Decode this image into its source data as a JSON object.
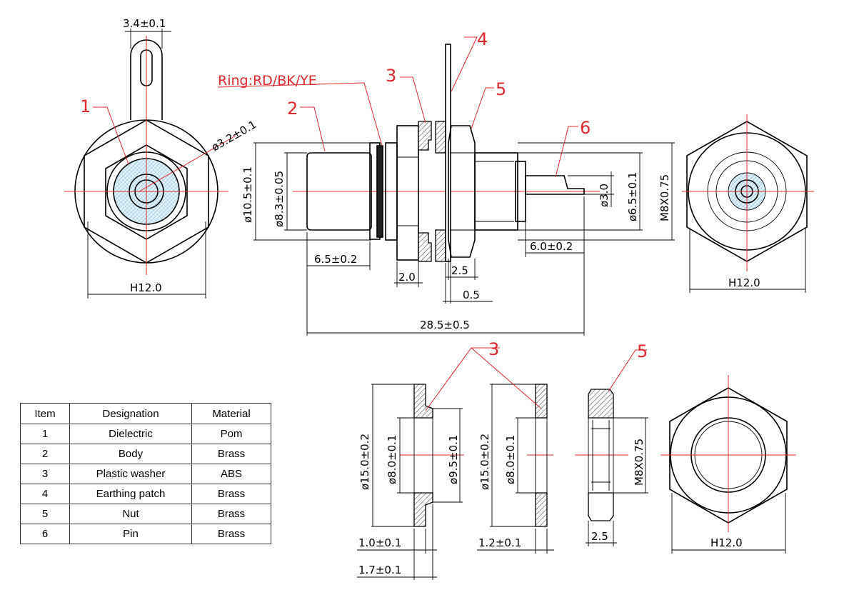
{
  "labels": {
    "ring": "Ring:RD/BK/YE",
    "item_numbers": [
      "1",
      "2",
      "3",
      "4",
      "5",
      "6"
    ],
    "item_number_3_bottom": "3",
    "item_number_5_bottom": "5"
  },
  "dimensions": {
    "lug_width": "3.4±0.1",
    "hole_dia": "ø3.2±0.1",
    "front_hex": "H12.0",
    "body_dia": "ø10.5±0.1",
    "dielectric_dia": "ø8.3±0.05",
    "front_length": "6.5±0.2",
    "washer_thk": "2.0",
    "nut_thk": "2.5",
    "patch_thk": "0.5",
    "overall_length": "28.5±0.5",
    "pin_dia": "ø3.0",
    "rear_dia": "ø6.5±0.1",
    "thread": "M8X0.75",
    "pin_length": "6.0±0.2",
    "rear_hex": "H12.0",
    "washer1_od": "ø15.0±0.2",
    "washer1_id": "ø8.0±0.1",
    "washer1_boss": "ø9.5±0.1",
    "washer1_t1": "1.0±0.1",
    "washer1_t2": "1.7±0.1",
    "washer2_od": "ø15.0±0.2",
    "washer2_id": "ø8.0±0.1",
    "washer2_t": "1.2±0.1",
    "nut_thread": "M8X0.75",
    "nut_thk_b": "2.5",
    "nut_hex": "H12.0"
  },
  "bom": {
    "headers": [
      "Item",
      "Designation",
      "Material"
    ],
    "rows": [
      [
        "1",
        "Dielectric",
        "Pom"
      ],
      [
        "2",
        "Body",
        "Brass"
      ],
      [
        "3",
        "Plastic washer",
        "ABS"
      ],
      [
        "4",
        "Earthing patch",
        "Brass"
      ],
      [
        "5",
        "Nut",
        "Brass"
      ],
      [
        "6",
        "Pin",
        "Brass"
      ]
    ]
  },
  "colors": {
    "centerline": "#e0282e",
    "outline": "#000000",
    "dielectric_hatch": "#5aa9d6"
  }
}
